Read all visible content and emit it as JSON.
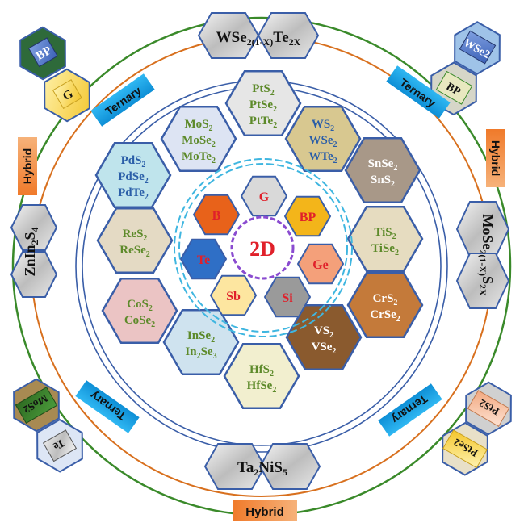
{
  "colors": {
    "outer_ring": "#3a8a2a",
    "orange_ring": "#d8701e",
    "blue_ring": "#3a5ea8",
    "dashed_ring": "#3fb6e0",
    "purple_ring": "#8a4bd0",
    "tag_blue": "#1aa3e8",
    "tag_orange": "#e06a1c",
    "green_text": "#5d8a2a",
    "blue_text": "#2a5ea8",
    "red_text": "#e0202a"
  },
  "center": {
    "label": "2D"
  },
  "elements": [
    {
      "id": "g",
      "label": "G",
      "fill": "#d9d9d9",
      "text_color": "#e0202a"
    },
    {
      "id": "b",
      "label": "B",
      "fill": "#e8621a",
      "text_color": "#e0202a"
    },
    {
      "id": "bp",
      "label": "BP",
      "fill": "#f3b51a",
      "text_color": "#e0202a"
    },
    {
      "id": "te",
      "label": "Te",
      "fill": "#2f6fc6",
      "text_color": "#e0202a"
    },
    {
      "id": "ge",
      "label": "Ge",
      "fill": "#f4a07a",
      "text_color": "#e0202a"
    },
    {
      "id": "sb",
      "label": "Sb",
      "fill": "#fde6a0",
      "text_color": "#e0202a"
    },
    {
      "id": "si",
      "label": "Si",
      "fill": "#9a9a9a",
      "text_color": "#e0202a"
    }
  ],
  "compounds": [
    {
      "id": "pt",
      "lines": [
        [
          "PtS",
          "2"
        ],
        [
          "PtSe",
          "2"
        ],
        [
          "PtTe",
          "2"
        ]
      ],
      "fill": "#e6e6e6",
      "text_color": "#5d8a2a"
    },
    {
      "id": "w",
      "lines": [
        [
          "WS",
          "2"
        ],
        [
          "WSe",
          "2"
        ],
        [
          "WTe",
          "2"
        ]
      ],
      "fill": "#d8c890",
      "text_color": "#2a5ea8"
    },
    {
      "id": "sn",
      "lines": [
        [
          "SnSe",
          "2"
        ],
        [
          "SnS",
          "2"
        ]
      ],
      "fill": "#a89888",
      "text_color": "#ffffff"
    },
    {
      "id": "ti",
      "lines": [
        [
          "TiS",
          "2"
        ],
        [
          "TiSe",
          "2"
        ]
      ],
      "fill": "#e6dcc0",
      "text_color": "#5d8a2a"
    },
    {
      "id": "cr",
      "lines": [
        [
          "CrS",
          "2"
        ],
        [
          "CrSe",
          "2"
        ]
      ],
      "fill": "#c47a3a",
      "text_color": "#ffffff"
    },
    {
      "id": "v",
      "lines": [
        [
          "VS",
          "2"
        ],
        [
          "VSe",
          "2"
        ]
      ],
      "fill": "#8a5a2e",
      "text_color": "#ffffff"
    },
    {
      "id": "hf",
      "lines": [
        [
          "HfS",
          "2"
        ],
        [
          "HfSe",
          "2"
        ]
      ],
      "fill": "#f2efcf",
      "text_color": "#5d8a2a"
    },
    {
      "id": "in",
      "lines": [
        [
          "InSe",
          "2"
        ],
        [
          "In",
          "2",
          "Se",
          "3"
        ]
      ],
      "fill": "#cfe3ef",
      "text_color": "#5d8a2a"
    },
    {
      "id": "co",
      "lines": [
        [
          "CoS",
          "2"
        ],
        [
          "CoSe",
          "2"
        ]
      ],
      "fill": "#ebc4c4",
      "text_color": "#5d8a2a"
    },
    {
      "id": "re",
      "lines": [
        [
          "ReS",
          "2"
        ],
        [
          "ReSe",
          "2"
        ]
      ],
      "fill": "#e4dac4",
      "text_color": "#5d8a2a"
    },
    {
      "id": "pd",
      "lines": [
        [
          "PdS",
          "2"
        ],
        [
          "PdSe",
          "2"
        ],
        [
          "PdTe",
          "2"
        ]
      ],
      "fill": "#bfe4ec",
      "text_color": "#2a5ea8"
    },
    {
      "id": "mo",
      "lines": [
        [
          "MoS",
          "2"
        ],
        [
          "MoSe",
          "2"
        ],
        [
          "MoTe",
          "2"
        ]
      ],
      "fill": "#dde4f3",
      "text_color": "#5d8a2a"
    }
  ],
  "outer_items": {
    "wse_te": {
      "label": "WSe2(1-X)Te2X"
    },
    "mose_s": {
      "label": "MoSe2(1-X)S2X"
    },
    "ta_ni_s": {
      "label": "Ta2NiS5"
    },
    "znins": {
      "label": "ZnIn2S4"
    }
  },
  "pairs": {
    "bp_g": {
      "a": "BP",
      "b": "G"
    },
    "wse2_bp": {
      "a": "WSe2",
      "b": "BP"
    },
    "te_mos2": {
      "a": "Te",
      "b": "MoS2"
    },
    "ptse2_pts2": {
      "a": "PtSe2",
      "b": "PtS2"
    }
  },
  "tags": {
    "ternary_tl": "Ternary",
    "ternary_tr": "Ternary",
    "ternary_bl": "Ternary",
    "ternary_br": "Ternary",
    "hybrid_l": "Hybrid",
    "hybrid_r": "Hybrid",
    "hybrid_b": "Hybrid"
  }
}
